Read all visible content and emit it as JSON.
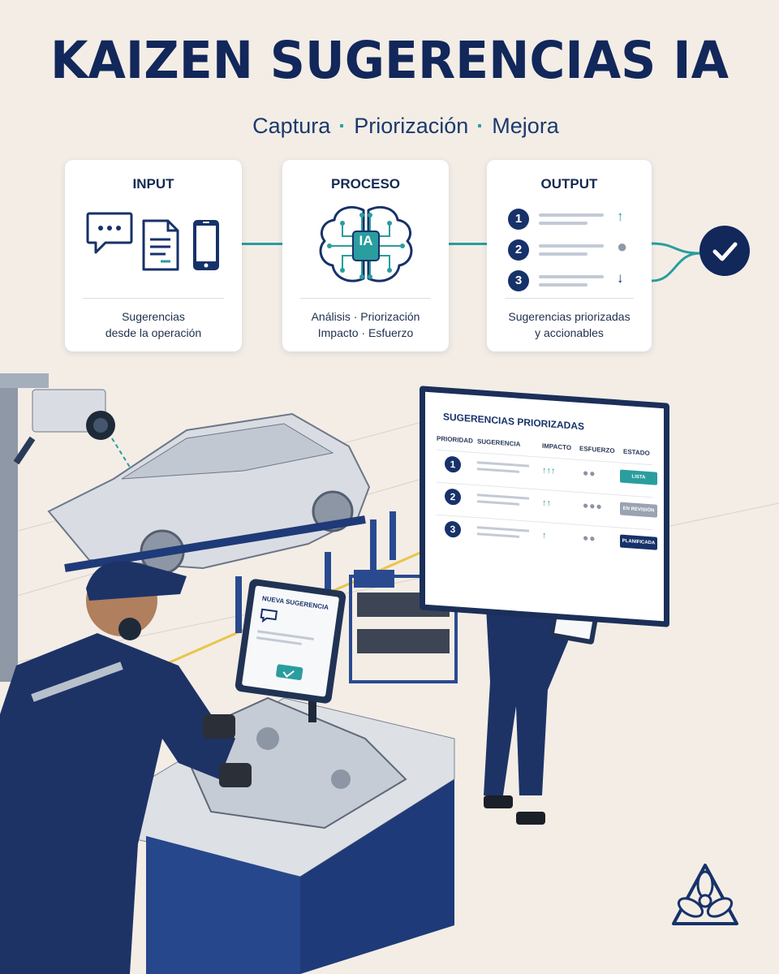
{
  "title": "KAIZEN SUGERENCIAS IA",
  "subtitle": {
    "parts": [
      "Captura",
      "Priorización",
      "Mejora"
    ],
    "separator": "·"
  },
  "colors": {
    "background": "#f3ede6",
    "navy": "#12275a",
    "teal": "#2a9d9f",
    "card": "#ffffff"
  },
  "flow": {
    "input": {
      "title": "INPUT",
      "caption_line1": "Sugerencias",
      "caption_line2": "desde la operación",
      "icons": [
        "chat-icon",
        "document-icon",
        "smartphone-icon"
      ]
    },
    "process": {
      "title": "PROCESO",
      "chip_label": "IA",
      "caption_line1": "Análisis · Priorización",
      "caption_line2": "Impacto · Esfuerzo",
      "icons": [
        "brain-circuit-icon"
      ]
    },
    "output": {
      "title": "OUTPUT",
      "caption_line1": "Sugerencias priorizadas",
      "caption_line2": "y accionables",
      "rows": [
        {
          "number": "1",
          "trend": "↑",
          "trend_icon": "arrow-up-icon"
        },
        {
          "number": "2",
          "trend": "●",
          "trend_icon": "dot-icon"
        },
        {
          "number": "3",
          "trend": "↓",
          "trend_icon": "arrow-down-icon"
        }
      ]
    },
    "result_icon": "checkmark-icon"
  },
  "dashboard": {
    "title": "SUGERENCIAS PRIORIZADAS",
    "columns": [
      "PRIORIDAD",
      "SUGERENCIA",
      "IMPACTO",
      "ESFUERZO",
      "ESTADO"
    ],
    "rows": [
      {
        "priority": "1",
        "impact": "↑↑↑",
        "effort": "●●",
        "status": "LISTA",
        "status_color": "#2a9d9f"
      },
      {
        "priority": "2",
        "impact": "↑↑",
        "effort": "●●●",
        "status": "EN REVISIÓN",
        "status_color": "#9aa3b2"
      },
      {
        "priority": "3",
        "impact": "↑",
        "effort": "●●",
        "status": "PLANIFICADA",
        "status_color": "#17326a"
      }
    ]
  },
  "kiosk": {
    "title": "NUEVA SUGERENCIA"
  },
  "logo_icon": "flower-triangle-logo-icon"
}
